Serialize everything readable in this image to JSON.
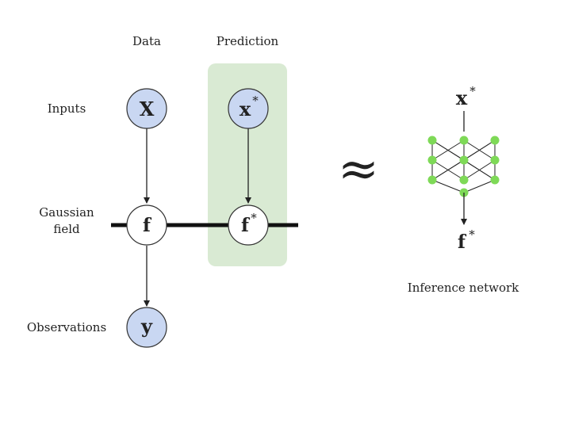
{
  "columns": {
    "data": "Data",
    "prediction": "Prediction"
  },
  "rows": {
    "inputs": "Inputs",
    "gaussian_line1": "Gaussian",
    "gaussian_line2": "field",
    "observations": "Observations"
  },
  "nodes": {
    "x": "X",
    "x_star_base": "x",
    "x_star_sup": "*",
    "f": "f",
    "f_star_base": "f",
    "f_star_sup": "*",
    "y": "y"
  },
  "approx_symbol": "≈",
  "network": {
    "input_base": "x",
    "input_sup": "*",
    "output_base": "f",
    "output_sup": "*",
    "caption": "Inference network"
  },
  "colors": {
    "observed_node_fill": "#c9d7f2",
    "node_stroke": "#333333",
    "prediction_panel": "#d9ead3",
    "network_node": "#7ed957",
    "edge": "#222222"
  }
}
